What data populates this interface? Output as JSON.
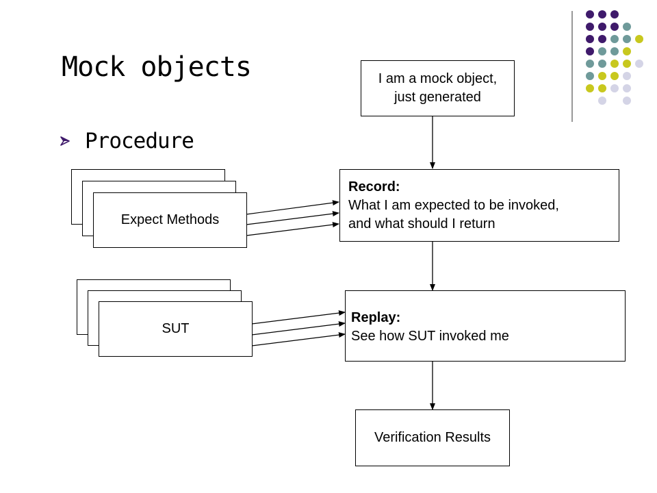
{
  "slide": {
    "title": "Mock objects",
    "bullet": "Procedure"
  },
  "diagram": {
    "mock_box": {
      "line1": "I am a mock object,",
      "line2": "just generated"
    },
    "record_box": {
      "heading": "Record:",
      "line1": "What I am expected to be invoked,",
      "line2": "and what should I return"
    },
    "replay_box": {
      "heading": "Replay:",
      "line1": "See how SUT invoked me"
    },
    "results_box": {
      "label": "Verification Results"
    },
    "expect_stack": {
      "label": "Expect Methods"
    },
    "sut_stack": {
      "label": "SUT"
    }
  },
  "decoration": {
    "dot_colors": {
      "purple": "#3f1a6b",
      "teal": "#6f9a9a",
      "olive": "#c8c81e",
      "lavender": "#d4d4e6"
    },
    "dot_grid": [
      [
        "purple",
        "purple",
        "purple",
        null,
        null
      ],
      [
        "purple",
        "purple",
        "purple",
        "teal",
        null
      ],
      [
        "purple",
        "purple",
        "teal",
        "teal",
        "olive"
      ],
      [
        "purple",
        "teal",
        "teal",
        "olive",
        null
      ],
      [
        "teal",
        "teal",
        "olive",
        "olive",
        "lavender"
      ],
      [
        "teal",
        "olive",
        "olive",
        "lavender",
        null
      ],
      [
        "olive",
        "olive",
        "lavender",
        "lavender",
        null
      ],
      [
        null,
        "lavender",
        null,
        "lavender",
        null
      ]
    ],
    "accent": "#3f1a6b"
  }
}
